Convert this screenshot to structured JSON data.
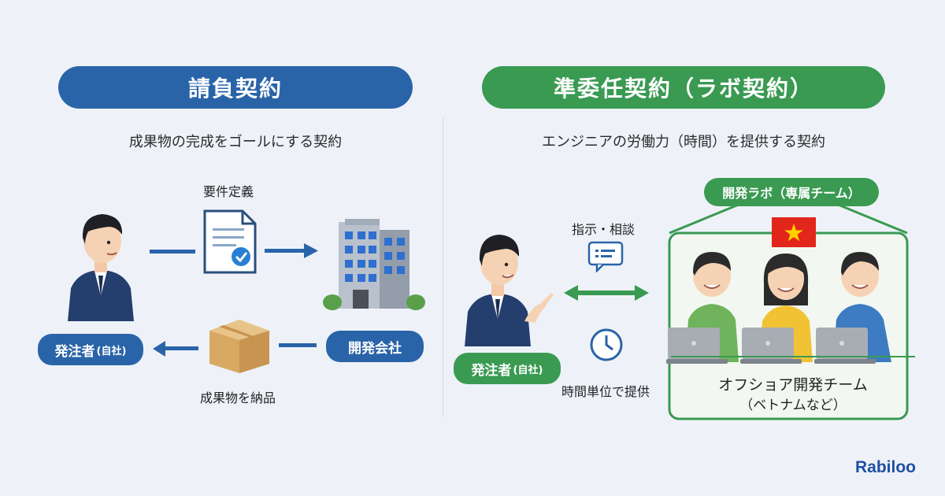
{
  "left": {
    "header": "請負契約",
    "subtitle": "成果物の完成をゴールにする契約",
    "doc_label": "要件定義",
    "delivery_label": "成果物を納品",
    "client_tag": "発注者",
    "client_tag_suffix": "(自社)",
    "vendor_tag": "開発会社",
    "colors": {
      "primary": "#2a64a8"
    }
  },
  "right": {
    "header": "準委任契約（ラボ契約）",
    "subtitle": "エンジニアの労働力（時間）を提供する契約",
    "instruction_label": "指示・相談",
    "time_label": "時間単位で提供",
    "client_tag": "発注者",
    "client_tag_suffix": "(自社)",
    "lab_tag": "開発ラボ（専属チーム）",
    "team_title": "オフショア開発チーム",
    "team_note": "（ベトナムなど）",
    "colors": {
      "primary": "#3a9a52"
    }
  },
  "brand": "Rabiloo",
  "icons": [
    "person-icon",
    "document-check-icon",
    "building-icon",
    "package-icon",
    "arrow-right-icon",
    "arrow-left-icon",
    "double-arrow-icon",
    "chat-icon",
    "clock-icon",
    "vietnam-flag-icon",
    "laptop-icon"
  ]
}
